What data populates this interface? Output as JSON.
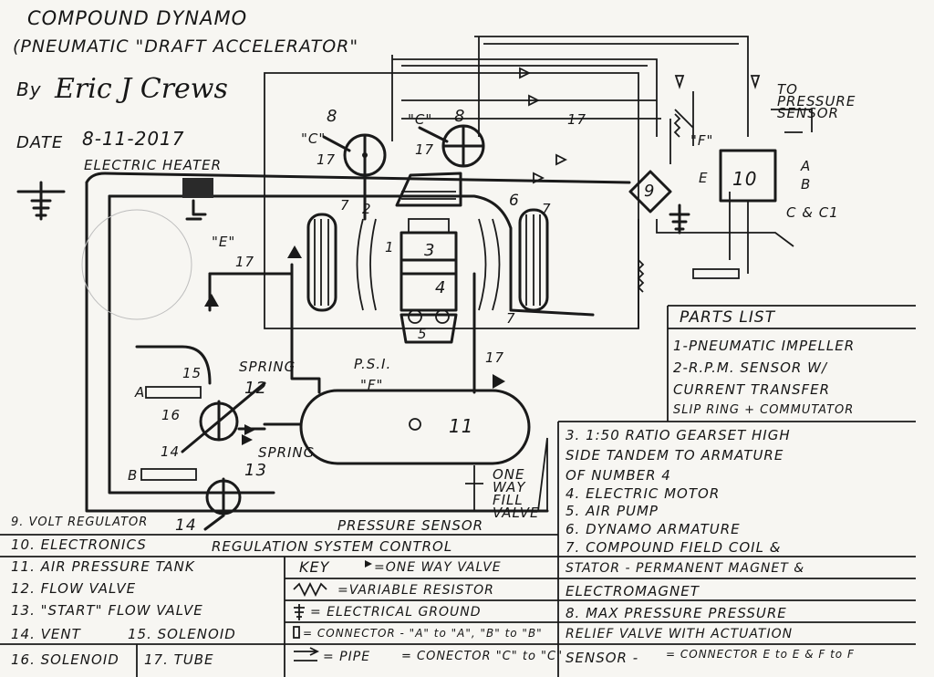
{
  "header": {
    "title": "COMPOUND DYNAMO",
    "subtitle": "(PNEUMATIC \"DRAFT ACCELERATOR\"",
    "by": "By",
    "signature": "Eric J Crews",
    "date_label": "DATE",
    "date_value": "8-11-2017",
    "heater_label": "ELECTRIC HEATER"
  },
  "diagram_labels": {
    "to_sensor": "TO PRESSURE SENSOR",
    "psi": "P.S.I.",
    "spring_top": "SPRING",
    "spring_bottom": "SPRING",
    "pressure_sensor": "PRESSURE SENSOR",
    "one_way": "ONE WAY FILL VALVE",
    "e_quote": "\"E\"",
    "f_quote": "\"F\"",
    "c_left": "\"C\"",
    "c_right": "\"C\"",
    "f_right": "\"F\"",
    "n8a": "8",
    "n8b": "8",
    "n17a": "17",
    "n17b": "17",
    "n17c": "17",
    "n17d": "17",
    "n17e": "17",
    "n7a": "7",
    "n7b": "7",
    "n7c": "7",
    "n6": "6",
    "n2": "2",
    "n1": "1",
    "n3": "3",
    "n4": "4",
    "n5": "5",
    "n9": "9",
    "n10": "10",
    "n11": "11",
    "n12": "12",
    "n13": "13",
    "n14a": "14",
    "n14b": "14",
    "n15": "15",
    "n16": "16",
    "cA": "A",
    "cB": "B",
    "cA2": "A",
    "cB2": "B",
    "cE": "E",
    "cC": "C & C1"
  },
  "parts_list": {
    "title": "PARTS LIST",
    "items": [
      "1-PNEUMATIC IMPELLER",
      "2-R.P.M. SENSOR W/",
      "CURRENT TRANSFER",
      "SLIP RING + COMMUTATOR",
      "3. 1:50 RATIO GEARSET HIGH",
      "SIDE TANDEM TO ARMATURE",
      "OF NUMBER 4",
      "4. ELECTRIC MOTOR",
      "5. AIR PUMP",
      "6. DYNAMO ARMATURE",
      "7. COMPOUND FIELD COIL &",
      "STATOR - PERMANENT MAGNET &",
      "ELECTROMAGNET",
      "8. MAX PRESSURE PRESSURE",
      "RELIEF VALVE WITH ACTUATION",
      "SENSOR -"
    ]
  },
  "left_list": {
    "items": [
      "9. VOLT REGULATOR",
      "10. ELECTRONICS",
      "11. AIR PRESSURE TANK",
      "12. FLOW VALVE",
      "13. \"START\" FLOW VALVE",
      "14. VENT",
      "15. SOLENOID",
      "16. SOLENOID",
      "17. TUBE"
    ],
    "regulation_header": "REGULATION SYSTEM CONTROL"
  },
  "key": {
    "title": "KEY",
    "one_way": "=ONE WAY VALVE",
    "resistor": "=VARIABLE RESISTOR",
    "ground": "= ELECTRICAL GROUND",
    "connector_ab": "= CONNECTOR - \"A\" to \"A\", \"B\" to \"B\"",
    "pipe": "= PIPE",
    "connector_c": "= CONECTOR \"C\" to \"C\"",
    "connector_ef": "= CONNECTOR E to E & F to F"
  }
}
